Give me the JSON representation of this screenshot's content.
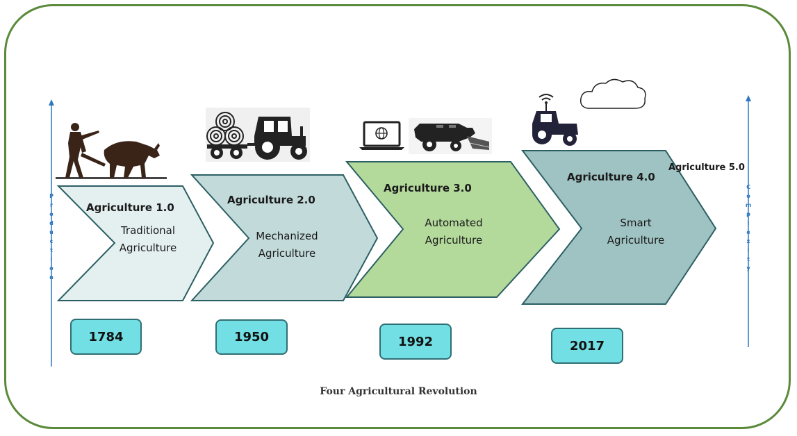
{
  "stages": [
    {
      "title": "Agriculture 1.0",
      "line1": "Traditional",
      "line2": "Agriculture",
      "year": "1784"
    },
    {
      "title": "Agriculture 2.0",
      "line1": "Mechanized",
      "line2": "Agriculture",
      "year": "1950"
    },
    {
      "title": "Agriculture 3.0",
      "line1": "Automated",
      "line2": "Agriculture",
      "year": "1992"
    },
    {
      "title": "Agriculture 4.0",
      "line1": "Smart",
      "line2": "Agriculture",
      "year": "2017"
    }
  ],
  "next_stage": "Agriculture 5.0",
  "left_axis": "Production",
  "right_axis": "Complexity",
  "caption": "Four Agricultural Revolution",
  "colors": {
    "frame": "#5a8a3a",
    "chev1": "#e4efef",
    "chev2": "#c3dadb",
    "chev3": "#b3d99b",
    "chev4": "#9fc3c2",
    "year_box": "#72dfe5",
    "axis": "#2f78c0"
  },
  "icons": [
    "farmer-plough-ox-icon",
    "hay-bales-tractor-icon",
    "laptop-globe-icon",
    "combine-harvester-icon",
    "smart-tractor-icon",
    "cloud-icon"
  ]
}
